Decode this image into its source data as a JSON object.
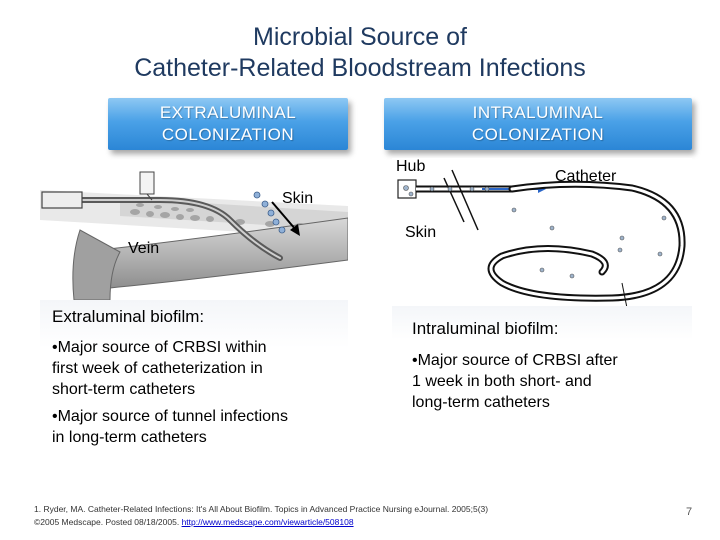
{
  "title": {
    "line1": "Microbial Source of",
    "line2": "Catheter-Related Bloodstream Infections"
  },
  "banners": {
    "left": {
      "line1": "EXTRALUMINAL",
      "line2": "COLONIZATION"
    },
    "right": {
      "line1": "INTRALUMINAL",
      "line2": "COLONIZATION"
    }
  },
  "left_image": {
    "labels": {
      "skin": "Skin",
      "vein": "Vein"
    }
  },
  "right_image": {
    "labels": {
      "hub": "Hub",
      "catheter": "Catheter",
      "skin": "Skin"
    }
  },
  "left_panel": {
    "heading": "Extraluminal biofilm:",
    "bullets": [
      {
        "line1": "•Major source of CRBSI within",
        "line2": "first week of catheterization in",
        "line3": "short-term catheters"
      },
      {
        "line1": "•Major source of tunnel infections",
        "line2": "in long-term catheters"
      }
    ]
  },
  "right_panel": {
    "heading": "Intraluminal biofilm:",
    "bullet": {
      "line1": "•Major source of CRBSI after",
      "line2": "1 week in both short- and",
      "line3": "long-term catheters"
    }
  },
  "footer": {
    "line1": "1. Ryder, MA.  Catheter-Related Infections: It's All About Biofilm. Topics in Advanced Practice Nursing eJournal.  2005;5(3)",
    "line2_prefix": "©2005  Medscape. Posted 08/18/2005. ",
    "link": "http://www.medscape.com/viewarticle/508108"
  },
  "page_number": "7"
}
